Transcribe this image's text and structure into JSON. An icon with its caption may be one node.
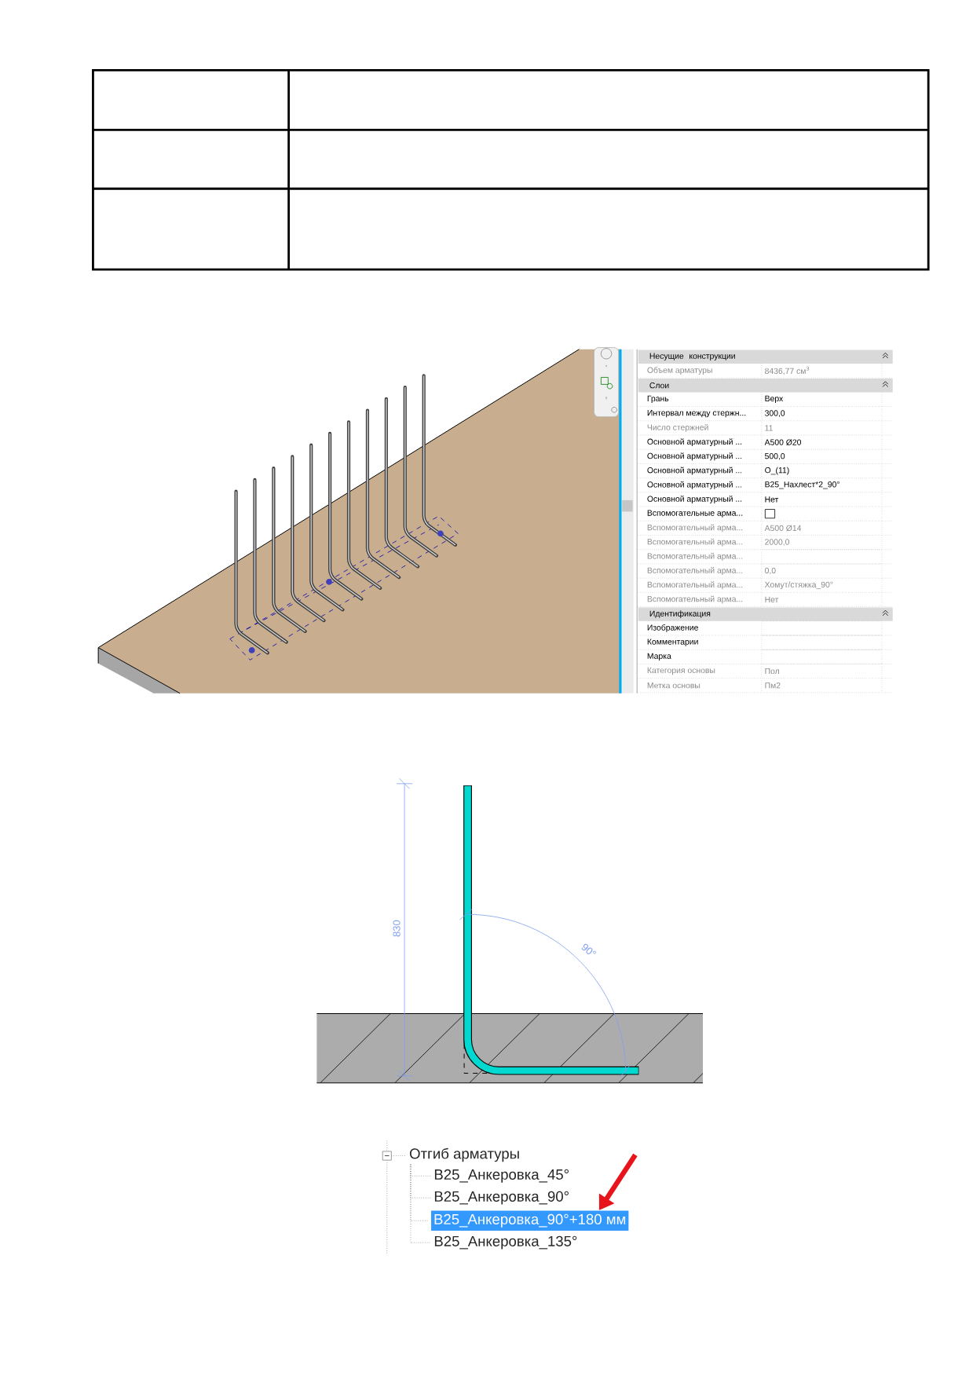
{
  "diagram": {
    "nodes": [
      {
        "text": [
          "Отгиб арматуры"
        ]
      },
      {
        "text": [
          "B25_Анкеровка_45°"
        ]
      },
      {
        "text": [
          "B25_Анкеровка_90°"
        ]
      },
      {
        "text": [
          "B25_Анкеровка_90°+180 мм"
        ]
      },
      {
        "text": [
          "B25_Анкеровка_135°"
        ]
      }
    ],
    "edges": [
      {
        "from": 0,
        "to": 1,
        "arrow": "none",
        "style": "dashed"
      },
      {
        "from": 0,
        "to": 2,
        "arrow": "none",
        "style": "dashed"
      },
      {
        "from": 0,
        "to": 3,
        "arrow": "none",
        "style": "dashed"
      },
      {
        "from": 0,
        "to": 4,
        "arrow": "none",
        "style": "dashed"
      },
      {
        "from": null,
        "to": 3,
        "arrow": "to",
        "style": "thick",
        "color": "#e8141b"
      }
    ],
    "labels": [
      "Несущие конструкции",
      "Объем арматуры",
      "8436,77 см$^{3}$",
      "Слои",
      "Грань",
      "Верх",
      "Интервал между стержн...",
      "300,0",
      "Число стержней",
      "11",
      "Основной арматурный ...",
      "A500 Ø20",
      "Основной арматурный ...",
      "500,0",
      "Основной арматурный ...",
      "O_(11)",
      "Основной арматурный ...",
      "B25_Нахлест*2_90°",
      "Основной арматурный ...",
      "Нет",
      "Вспомогательные арма...",
      "Вспомогательный арма...",
      "A500 Ø14",
      "Вспомогательный арма...",
      "2000,0",
      "Вспомогательный арма...",
      "Вспомогательный арма...",
      "0,0",
      "Вспомогательный арма...",
      "Хомут/стяжка_90°",
      "Вспомогательный арма...",
      "Нет",
      "Идентификация",
      "Изображение",
      "Комментарии",
      "Марка",
      "Категория основы",
      "Пол",
      "Метка основы",
      "Пм2",
      "830",
      "90°"
    ]
  }
}
